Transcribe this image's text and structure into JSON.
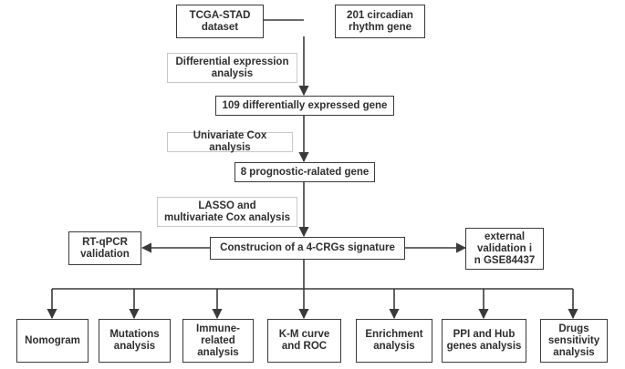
{
  "nodes": {
    "tcga": "TCGA-STAD\ndataset",
    "circadian": "201 circadian\nrhythm gene",
    "deg": "109 differentially expressed gene",
    "prognostic": "8 prognostic-ralated gene",
    "signature": "Construcion of a 4-CRGs signature",
    "rtqpcr": "RT-qPCR\nvalidation",
    "external": "external\nvalidation i\nn GSE84437"
  },
  "steps": {
    "differential": "Differential expression\nanalysis",
    "univariate": "Univariate Cox analysis",
    "lasso": "LASSO and\nmultivariate Cox analysis"
  },
  "outputs": [
    "Nomogram",
    "Mutations\nanalysis",
    "Immune-\nrelated\nanalysis",
    "K-M curve\nand ROC",
    "Enrichment\nanalysis",
    "PPI and Hub\ngenes analysis",
    "Drugs\nsensitivity\nanalysis"
  ]
}
